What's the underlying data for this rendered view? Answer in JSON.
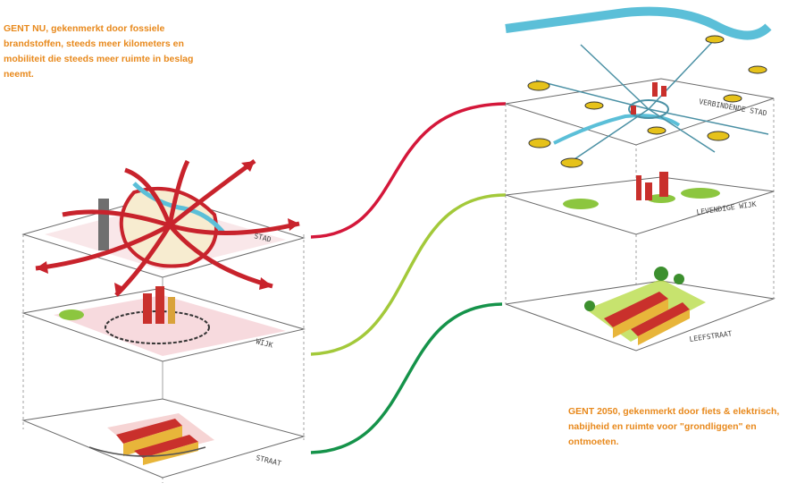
{
  "captions": {
    "now": "GENT NU, gekenmerkt door fossiele brandstoffen, steeds meer kilometers en mobiliteit die steeds meer ruimte in beslag neemt.",
    "future": "GENT 2050, gekenmerkt door fiets & elektrisch, nabijheid en ruimte voor \"grondliggen\" en ontmoeten."
  },
  "layer_labels": {
    "left_top": "STAD",
    "left_middle": "WIJK",
    "left_bottom": "STRAAT",
    "right_top": "VERBINDENDE STAD",
    "right_middle": "LEVENDIGE WIJK",
    "right_bottom": "LEEFSTRAAT"
  },
  "colors": {
    "caption": "#e8891c",
    "connector_city": "#d4173a",
    "connector_district": "#a3c93a",
    "connector_street": "#15934a",
    "car_arrows": "#c8232c",
    "water": "#5bbfd8",
    "green": "#8cc63f",
    "node_yellow": "#e6c21a"
  }
}
